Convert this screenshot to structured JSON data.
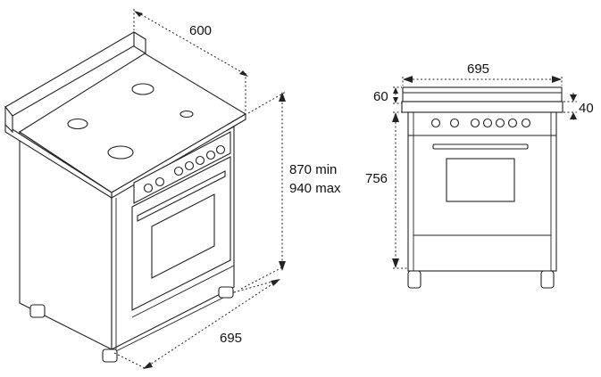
{
  "perspective_view": {
    "depth_label": "600",
    "height_label_min": "870 min",
    "height_label_max": "940 max",
    "width_label": "695"
  },
  "front_view": {
    "width_label": "695",
    "backguard_label": "60",
    "hob_label": "40",
    "height_label": "756"
  }
}
